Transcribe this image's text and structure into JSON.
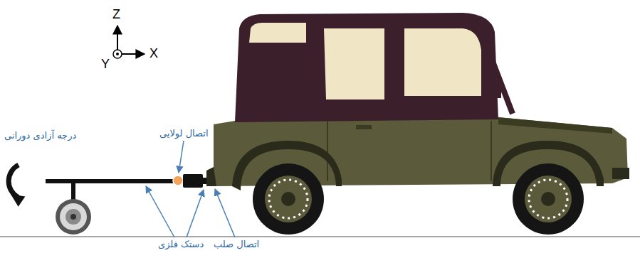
{
  "diagram": {
    "labels": [
      "Z",
      "X",
      "Y",
      "درجه آزادی دورانی",
      "اتصال لولایی",
      "دستک فلزی",
      "اتصال صلب"
    ]
  }
}
